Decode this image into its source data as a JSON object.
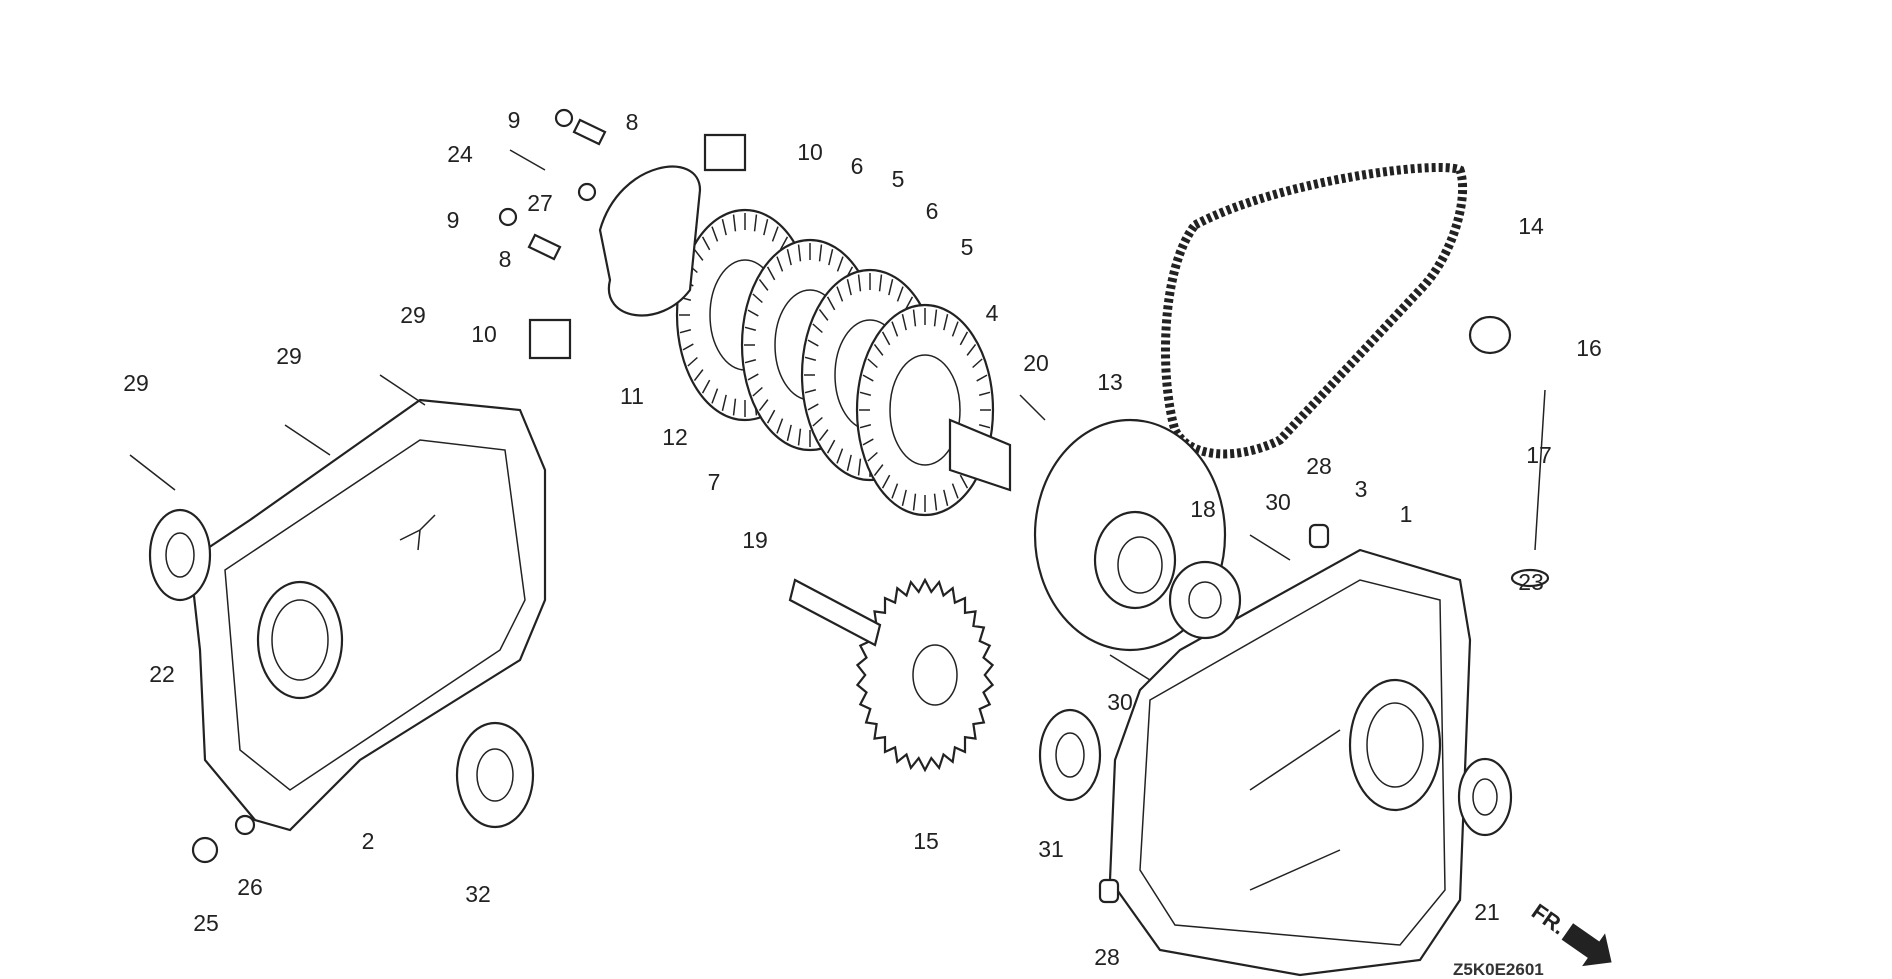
{
  "diagram": {
    "type": "exploded parts diagram",
    "diagram_code": "Z5K0E2601",
    "direction_marker": "FR.",
    "callouts": [
      "9",
      "8",
      "10",
      "24",
      "27",
      "9",
      "8",
      "10",
      "6",
      "5",
      "6",
      "5",
      "14",
      "16",
      "17",
      "4",
      "20",
      "13",
      "11",
      "12",
      "7",
      "29",
      "29",
      "29",
      "28",
      "30",
      "3",
      "1",
      "18",
      "19",
      "23",
      "22",
      "30",
      "15",
      "31",
      "2",
      "32",
      "25",
      "26",
      "21",
      "28"
    ]
  }
}
